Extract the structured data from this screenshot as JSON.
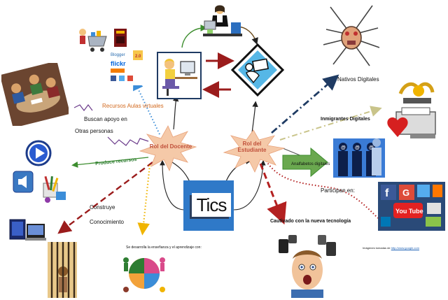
{
  "center": {
    "label": "Tics"
  },
  "docente": {
    "label": "Rol del Docente"
  },
  "estudiante": {
    "label": "Rol del Estudiante"
  },
  "labels": {
    "recursos": "Recursos Aulas virtuales",
    "buscan_1": "Buscan apoyo en",
    "buscan_2": "Otras personas",
    "produce": "Produce recursos",
    "construye": "Construye",
    "conocimiento": "Conocimiento",
    "desarrolla": "Se desarrolla la enseñanza y el aprendizaje con:",
    "nativos": "Nativos Digitales",
    "inmigrantes": "Inmigrantes  Digitales",
    "analfabetos": "Analfabetos digitales",
    "participan": "Participan en:",
    "cautivado": "Cautivado con la nueva tecnología",
    "credit": "Imágenes tomadas de ",
    "credit_link": "http://www.google.com"
  },
  "web_logos": {
    "flickr": "flickr",
    "blogger": "Blogger",
    "web20": "2.0",
    "youtube": "You Tube"
  },
  "colors": {
    "burst": "#f5c9a8",
    "tics_blue": "#2f79c8",
    "navy": "#1f3b63",
    "dark_red": "#9b1c1c",
    "orange_dot": "#f0b400",
    "blue_dot": "#3b8dd8",
    "purple": "#6a3a8a",
    "green": "#3c8d2e",
    "gray": "#555555",
    "olive": "#c9c48a"
  }
}
